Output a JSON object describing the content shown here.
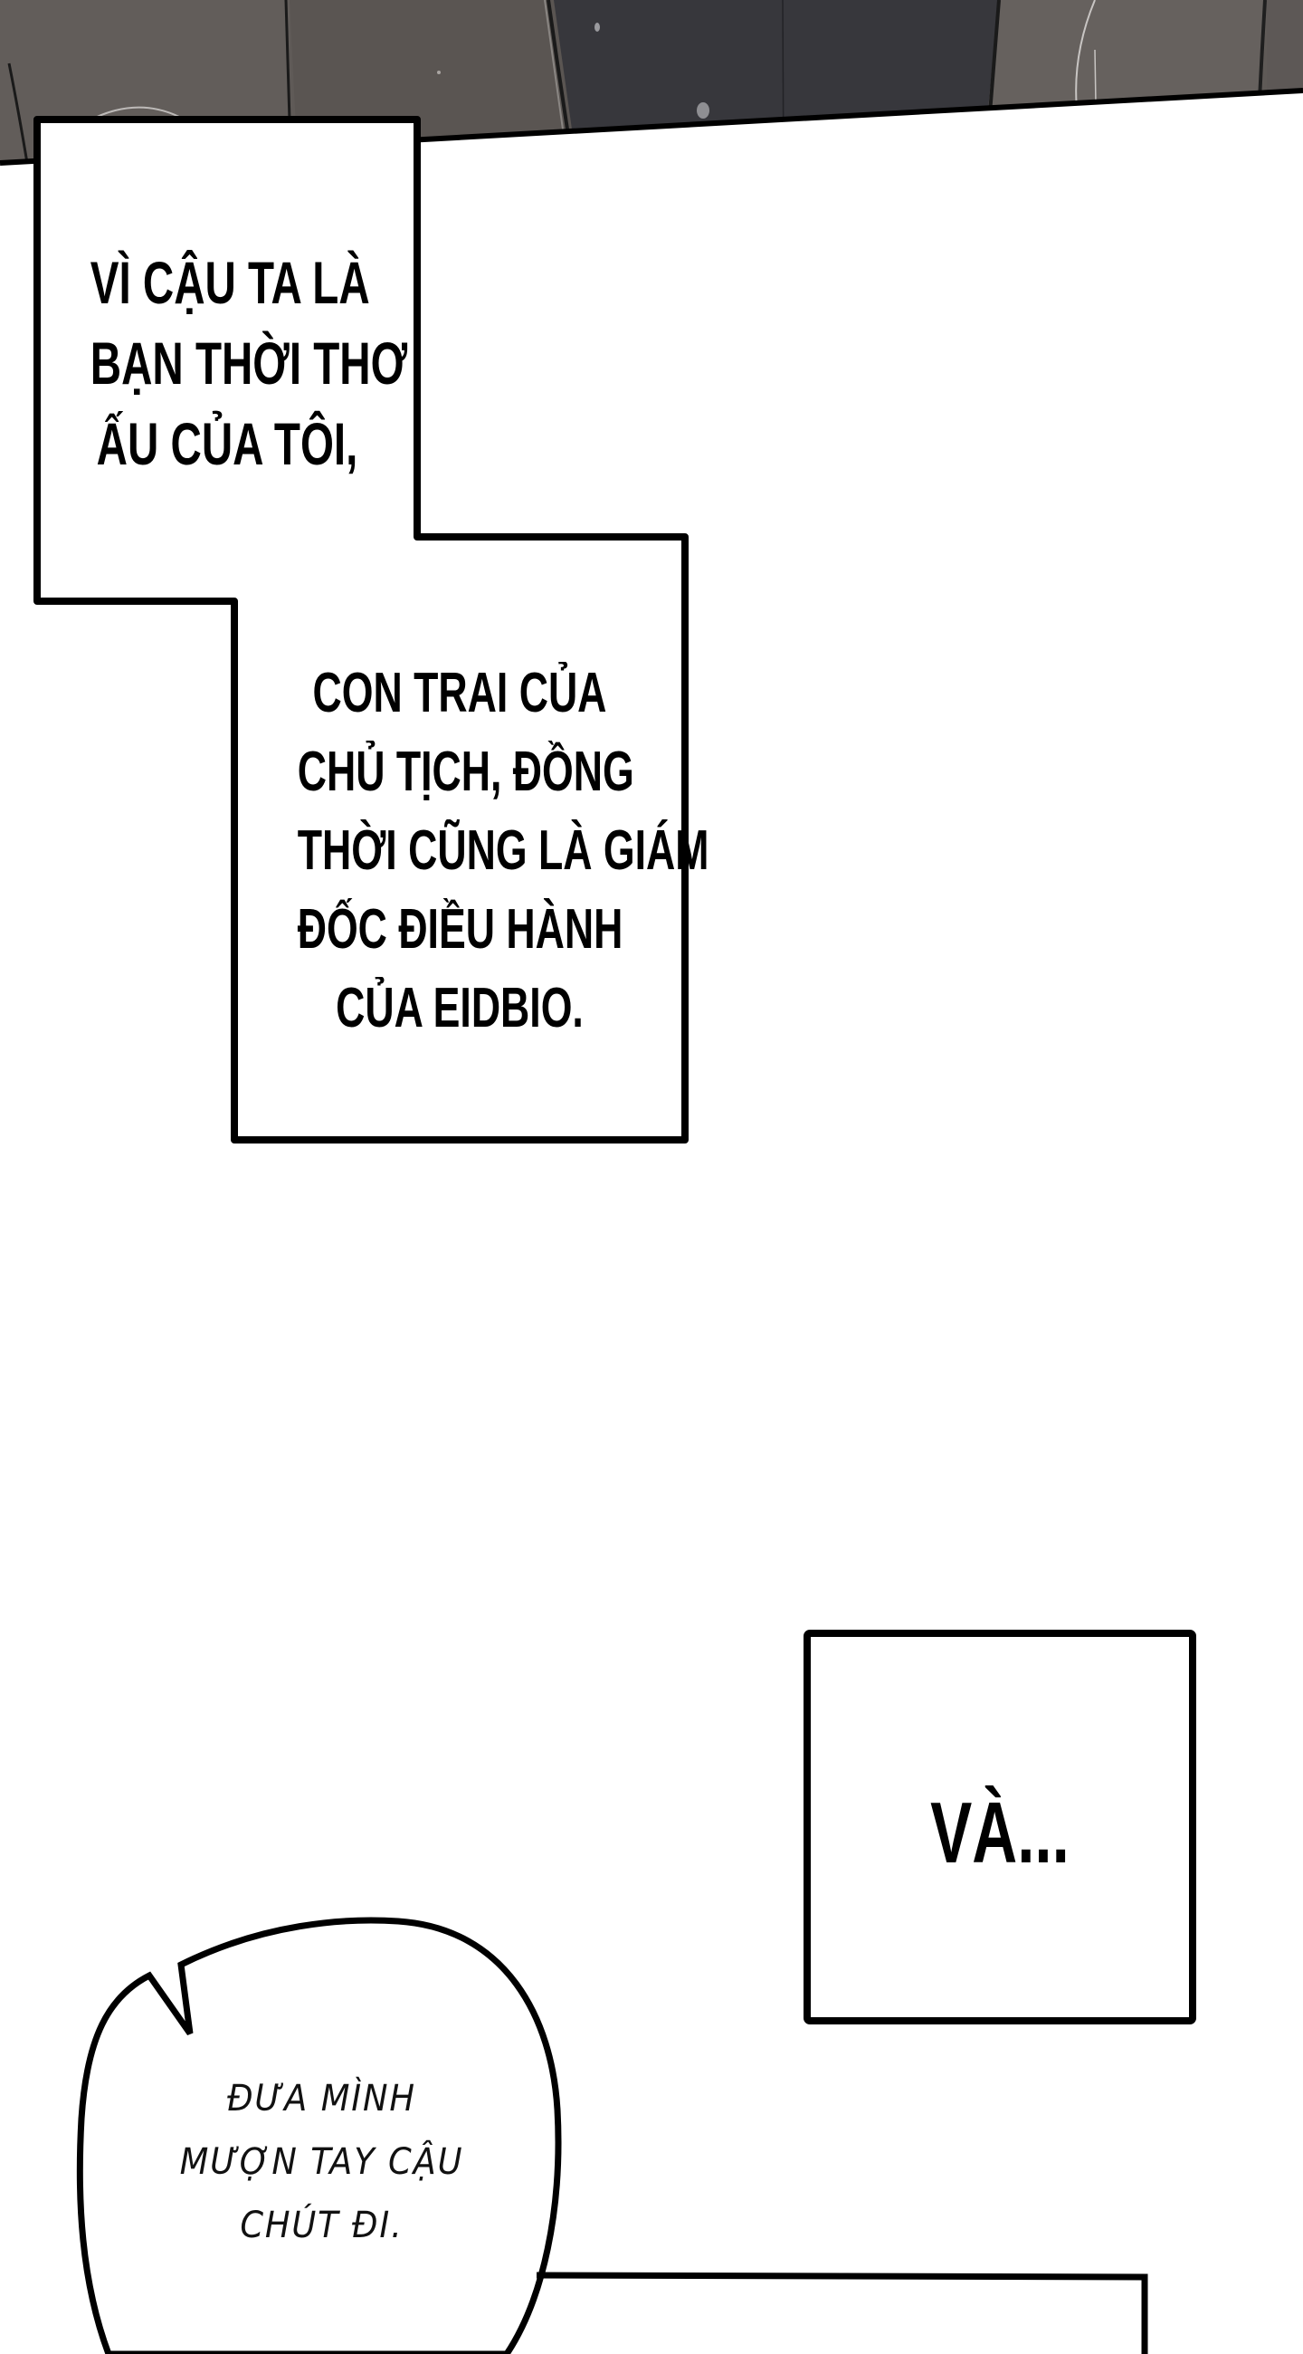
{
  "page": {
    "type": "webtoon-strip",
    "background": "#ffffff",
    "border_color": "#000000"
  },
  "art_panel": {
    "description": "dark gray clothing folds (top of previous panel)",
    "colors": {
      "light_gray": "#67625f",
      "mid_gray": "#57524f",
      "dark_jacket": "#36363b",
      "highlight": "#b9b6b4"
    }
  },
  "captions": [
    {
      "id": "box1",
      "lines": [
        "VÌ CẬU TA LÀ",
        "BẠN THỜI THƠ",
        "ẤU CỦA TÔI,"
      ]
    },
    {
      "id": "box2",
      "lines": [
        "CON TRAI CỦA",
        "CHỦ TỊCH, ĐỒNG",
        "THỜI CŨNG LÀ GIÁM",
        "ĐỐC ĐIỀU HÀNH",
        "CỦA EIDBIO."
      ]
    },
    {
      "id": "box3",
      "lines": [
        "VÀ..."
      ]
    }
  ],
  "speech_bubble": {
    "lines": [
      "ĐƯA MÌNH",
      "MƯỢN TAY CẬU",
      "CHÚT ĐI."
    ]
  }
}
